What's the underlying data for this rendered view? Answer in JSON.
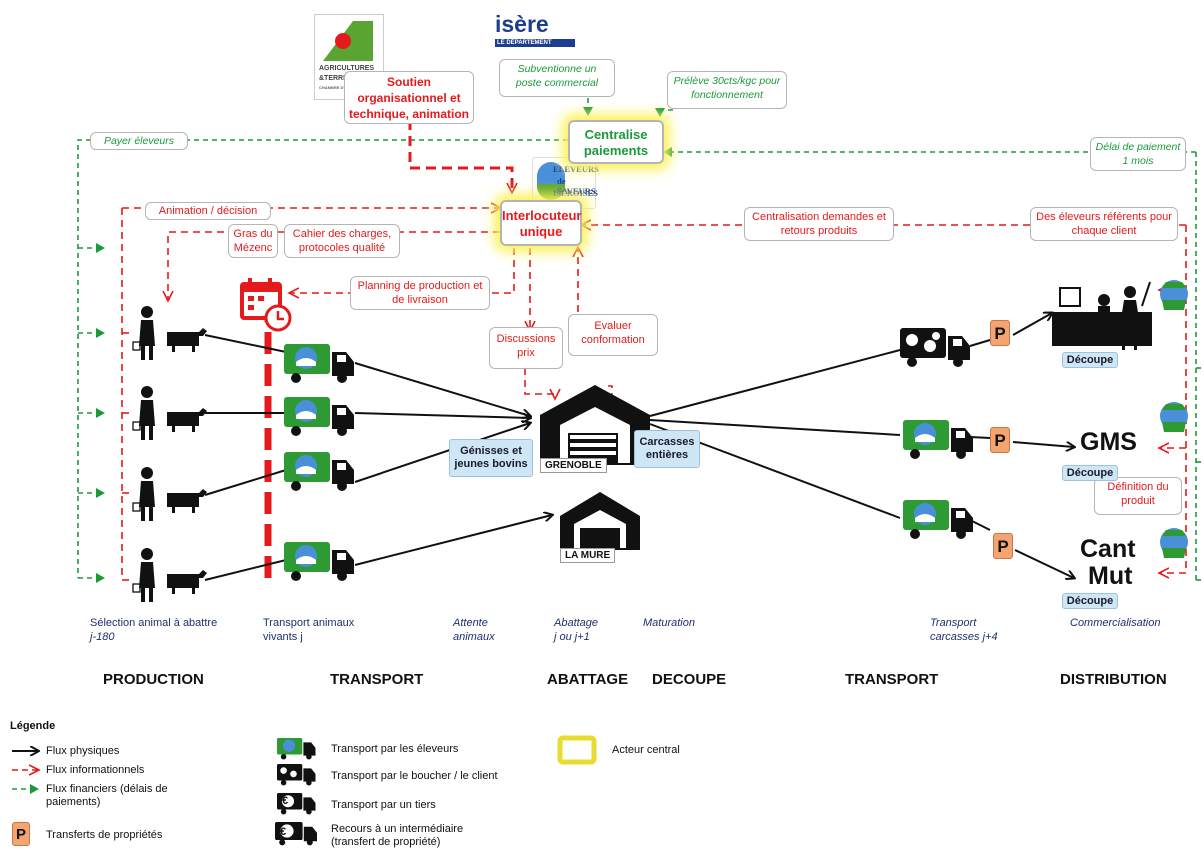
{
  "logos": {
    "chambre": {
      "big": "AGRICULTURES",
      "line2": "&TERRITOIRES",
      "line3": "CHAMBRE D'AGRICULTURE",
      "line4": "ISÈRE"
    },
    "isere": {
      "name": "isère",
      "sub": "LE DÉPARTEMENT"
    },
    "esi": {
      "line1": "ELEVEURS",
      "line2": "de SAVEURS",
      "line3": "ISEROISES"
    }
  },
  "boxes": {
    "soutien": "Soutien organisationnel et technique, animation",
    "subventionne": "Subventionne un poste commercial",
    "preleve": "Prélève 30cts/kgc pour fonctionnement",
    "payer": "Payer éleveurs",
    "centralise": "Centralise paiements",
    "delai": "Délai de paiement 1 mois",
    "animation": "Animation / décision",
    "interlocuteur": "Interlocuteur unique",
    "centralisation": "Centralisation demandes et retours produits",
    "referents": "Des éleveurs référents pour chaque client",
    "gras": "Gras du Mézenc",
    "cahier": "Cahier des charges, protocoles qualité",
    "planning": "Planning de production et de livraison",
    "discussions": "Discussions prix",
    "evaluer": "Evaluer conformation",
    "definition": "Définition du produit"
  },
  "sites": {
    "grenoble": "GRENOBLE",
    "lamure": "LA MURE"
  },
  "cattle_label": "Génisses et jeunes bovins",
  "carcass_label": "Carcasses entières",
  "decoupe": "Découpe",
  "outlets": {
    "gms": "GMS",
    "cant1": "Cant",
    "cant2": "Mut"
  },
  "p_badge": "P",
  "stages": {
    "s1": "Sélection animal à abattre",
    "s1b": "j-180",
    "s2": "Transport animaux",
    "s2b": "vivants j",
    "s3": "Attente",
    "s3b": "animaux",
    "s4": "Abattage",
    "s4b": "j ou j+1",
    "s5": "Maturation",
    "s6": "Transport",
    "s6b": "carcasses j+4",
    "s7": "Commercialisation"
  },
  "phases": {
    "production": "PRODUCTION",
    "transport1": "TRANSPORT",
    "abattage": "ABATTAGE",
    "decoupe": "DECOUPE",
    "transport2": "TRANSPORT",
    "distribution": "DISTRIBUTION"
  },
  "legend": {
    "title": "Légende",
    "physical": "Flux physiques",
    "info": "Flux informationnels",
    "fin1": "Flux financiers (délais de",
    "fin2": "paiements)",
    "transfer": "Transferts de propriétés",
    "t_eleveurs": "Transport par les éleveurs",
    "t_boucher": "Transport par le boucher / le client",
    "t_tiers": "Transport par un tiers",
    "t_inter1": "Recours à un intermédiaire",
    "t_inter2": "(transfert de propriété)",
    "central": "Acteur central",
    "euro": "€"
  },
  "colors": {
    "physical": "#111111",
    "info": "#e41a1c",
    "fin": "#1a9a3a",
    "truck_green": "#2e9a34",
    "highlight": "#fbf25a"
  }
}
